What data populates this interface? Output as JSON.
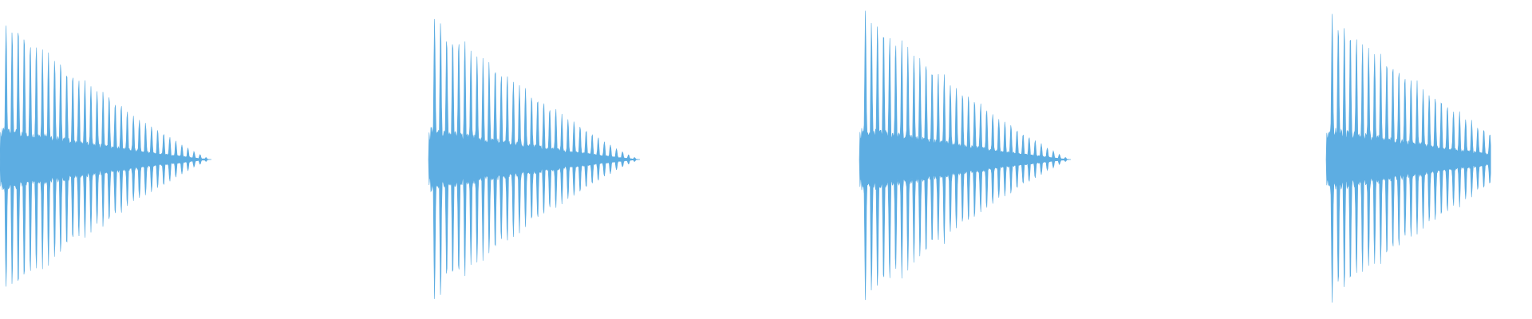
{
  "waveform": {
    "color": "#5dade2",
    "background": "#ffffff",
    "shape": "decaying-oscillation",
    "hits": [
      {
        "name": "hit-1",
        "peak_amplitude": 0.97,
        "relative_length": 1.0,
        "visible_fraction": 1.0
      },
      {
        "name": "hit-2",
        "peak_amplitude": 0.96,
        "relative_length": 1.0,
        "visible_fraction": 1.0
      },
      {
        "name": "hit-3",
        "peak_amplitude": 0.99,
        "relative_length": 1.0,
        "visible_fraction": 1.0
      },
      {
        "name": "hit-4",
        "peak_amplitude": 0.98,
        "relative_length": 1.0,
        "visible_fraction": 0.78
      }
    ]
  }
}
